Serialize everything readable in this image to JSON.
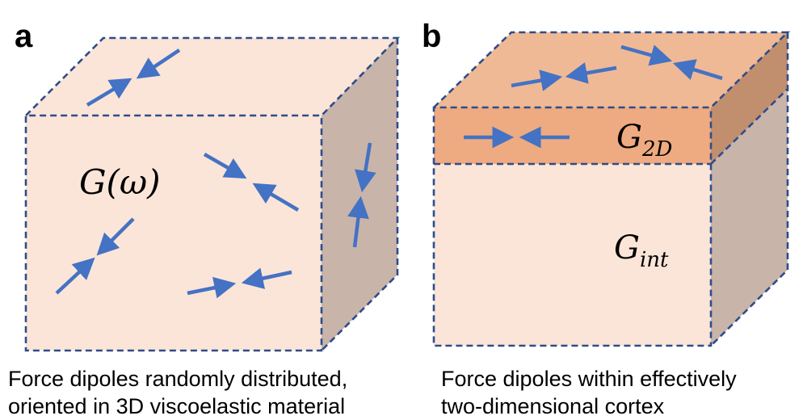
{
  "panel_a": {
    "letter": "a",
    "modulus_label": "G(ω)",
    "caption_line1": "Force dipoles randomly distributed,",
    "caption_line2": "oriented in 3D viscoelastic material"
  },
  "panel_b": {
    "letter": "b",
    "cortex_label_main": "G",
    "cortex_label_sub": "2D",
    "interior_label_main": "G",
    "interior_label_sub": "int",
    "caption_line1": "Force dipoles within effectively",
    "caption_line2": "two-dimensional cortex"
  },
  "colors": {
    "box_face": "#fbe5d8",
    "box_side": "#c9b4aa",
    "cortex_top": "#f0b995",
    "cortex_front": "#eeaa80",
    "cortex_side": "#c28f6e",
    "dashed_edge": "#2e4d8a",
    "arrow": "#4472c4"
  }
}
